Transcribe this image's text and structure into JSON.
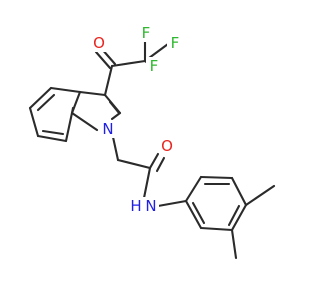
{
  "molecule": {
    "atoms": [
      {
        "id": "O_ketone",
        "label": "O",
        "color": "#e8251f"
      },
      {
        "id": "F_top",
        "label": "F",
        "color": "#2fb82f"
      },
      {
        "id": "F_right",
        "label": "F",
        "color": "#2fb82f"
      },
      {
        "id": "F_lower",
        "label": "F",
        "color": "#2fb82f"
      },
      {
        "id": "N_indole",
        "label": "N",
        "color": "#1f1fe6"
      },
      {
        "id": "O_amide",
        "label": "O",
        "color": "#e8251f"
      },
      {
        "id": "N_amide",
        "label": "N",
        "color": "#1f1fe6"
      },
      {
        "id": "H_amide",
        "label": "H",
        "color": "#1f1fe6"
      }
    ]
  }
}
